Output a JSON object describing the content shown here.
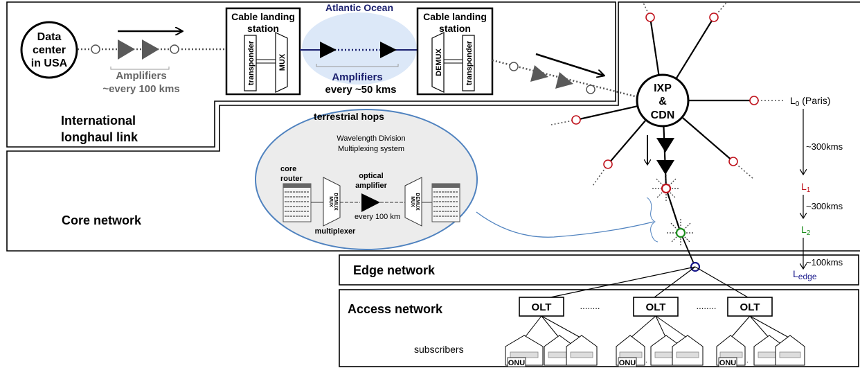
{
  "labels": {
    "data_center": [
      "Data",
      "center",
      "in USA"
    ],
    "amplifiers_left": "Amplifiers",
    "amplifiers_left_freq": "~every 100 kms",
    "cable_landing_station": [
      "Cable landing",
      "station"
    ],
    "atlantic_ocean": "Atlantic Ocean",
    "transponder": "transponder",
    "mux": "MUX",
    "demux": "DEMUX",
    "amplifiers_ocean": "Amplifiers",
    "amplifiers_ocean_freq": "every ~50 kms",
    "international_link": [
      "International",
      "longhaul link"
    ],
    "ixp_cdn": [
      "IXP",
      "&",
      "CDN"
    ],
    "terrestrial_hops": "terrestrial hops",
    "wdm": [
      "Wavelength Division",
      "Multiplexing system"
    ],
    "core_router": [
      "core",
      "router"
    ],
    "optical_amplifier": [
      "optical",
      "amplifier"
    ],
    "every_100km": "every 100 km",
    "multiplexer": "multiplexer",
    "mux_small": "MUX",
    "demux_small": "DEMUX",
    "core_network": "Core network",
    "edge_network": "Edge network",
    "access_network": "Access network",
    "olt": "OLT",
    "olt_dots": "........",
    "subscribers": "subscribers",
    "onu": "ONU",
    "l0": "L",
    "l0_sub": "0",
    "l0_paris": " (Paris)",
    "l1": "L",
    "l1_sub": "1",
    "l2": "L",
    "l2_sub": "2",
    "ledge": "L",
    "ledge_sub": "edge",
    "dist_300_a": "~300kms",
    "dist_300_b": "~300kms",
    "dist_100": "~100kms"
  },
  "colors": {
    "ocean_fill": "#dce8f8",
    "atlantic_text": "#1a1f6e",
    "ellipse_fill": "#ececec",
    "ellipse_stroke": "#4f82bf",
    "red": "#c0131d",
    "green": "#1a8c1a",
    "blue": "#1a1a8c",
    "amp_gray": "#5a5a5a"
  }
}
